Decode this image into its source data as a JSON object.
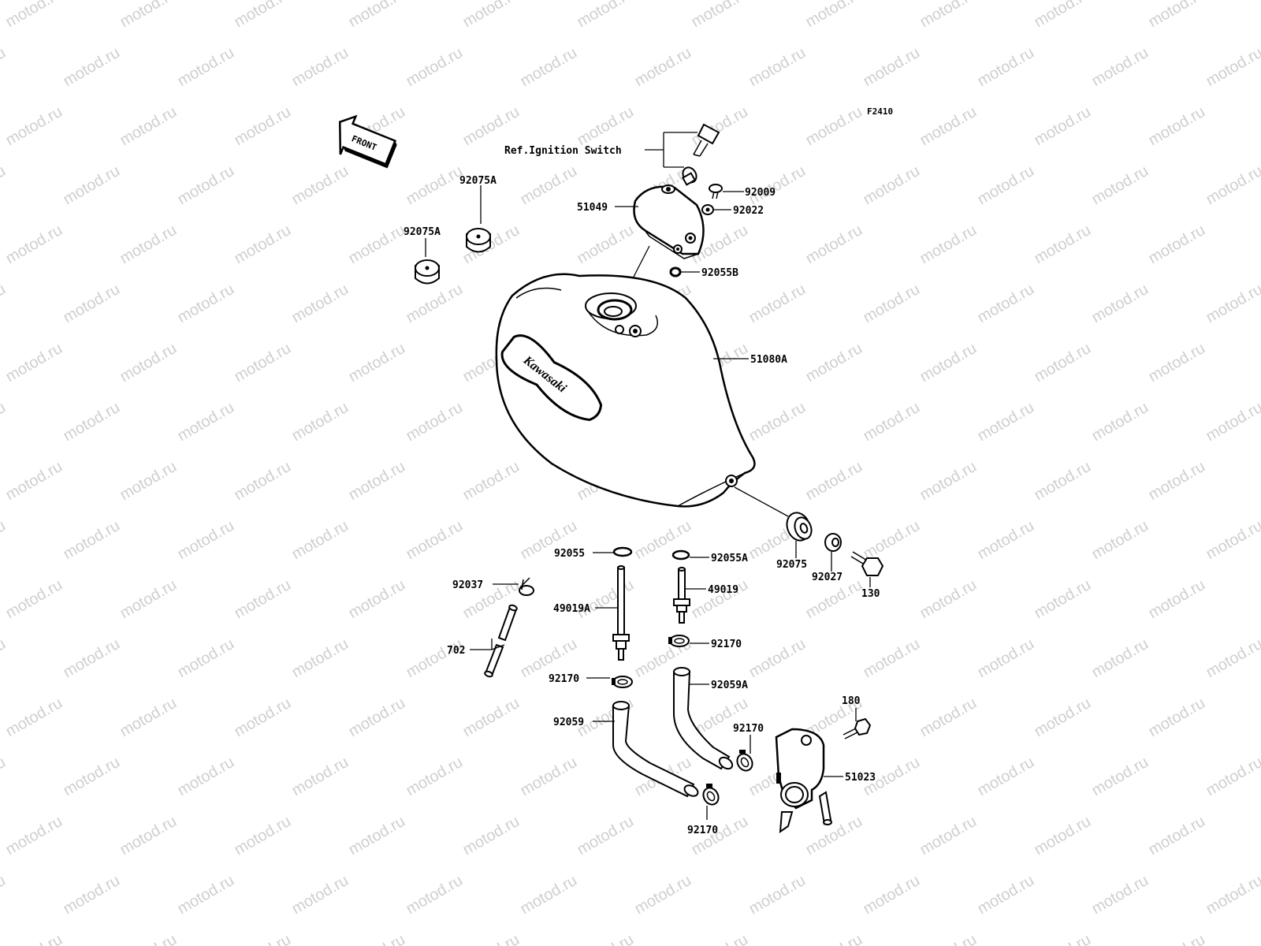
{
  "watermark": "motod.ru",
  "figure_code": "F2410",
  "front_arrow_label": "FRONT",
  "reference_label": "Ref.Ignition Switch",
  "tank_logo_text": "Kawasaki",
  "labels": {
    "p92009": "92009",
    "p92022": "92022",
    "p51049": "51049",
    "p92055B": "92055B",
    "p92075A_upper": "92075A",
    "p92075A_lower": "92075A",
    "p51080A": "51080A",
    "p92075": "92075",
    "p92027": "92027",
    "p130": "130",
    "p92055": "92055",
    "p92055A": "92055A",
    "p92037": "92037",
    "p49019A": "49019A",
    "p49019": "49019",
    "p702": "702",
    "p92170_a": "92170",
    "p92170_b": "92170",
    "p92059A": "92059A",
    "p92059": "92059",
    "p92170_c": "92170",
    "p180": "180",
    "p51023": "51023",
    "p92170_d": "92170"
  }
}
